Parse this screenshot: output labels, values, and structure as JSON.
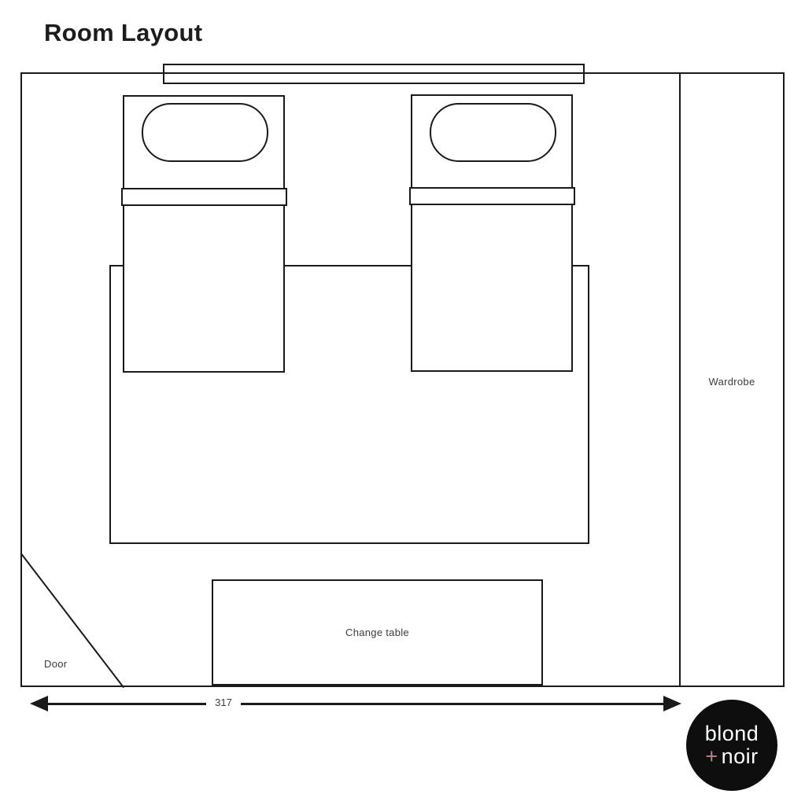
{
  "page": {
    "title": "Room Layout"
  },
  "plan": {
    "wardrobe": {
      "label": "Wardrobe"
    },
    "door": {
      "label": "Door"
    },
    "change_table": {
      "label": "Change table"
    },
    "dimension": {
      "value": "317"
    }
  },
  "logo": {
    "word1": "blond",
    "plus": "+",
    "word2": "noir"
  },
  "colors": {
    "line": "#1a1a1a",
    "title_text": "#1d1d1f",
    "label_text": "#3c3c3c",
    "logo_background": "#0e0e0e",
    "logo_text": "#ffffff",
    "logo_plus": "#bd8484",
    "background": "#ffffff"
  }
}
